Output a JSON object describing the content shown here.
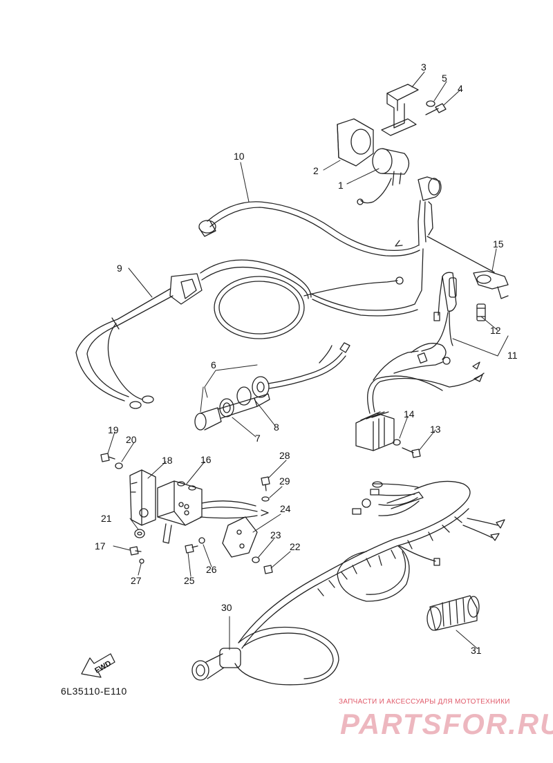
{
  "diagram": {
    "callouts": [
      "1",
      "2",
      "3",
      "4",
      "5",
      "6",
      "7",
      "8",
      "9",
      "10",
      "11",
      "12",
      "13",
      "14",
      "15",
      "16",
      "17",
      "18",
      "19",
      "20",
      "21",
      "22",
      "23",
      "24",
      "25",
      "26",
      "27",
      "28",
      "29",
      "30",
      "31"
    ],
    "fwd_label": "FWD",
    "drawing_code": "6L35110-E110"
  },
  "watermark": {
    "tagline": "ЗАПЧАСТИ И АКСЕССУАРЫ ДЛЯ МОТОТЕХНИКИ",
    "logo": "PARTSFOR.RU"
  }
}
